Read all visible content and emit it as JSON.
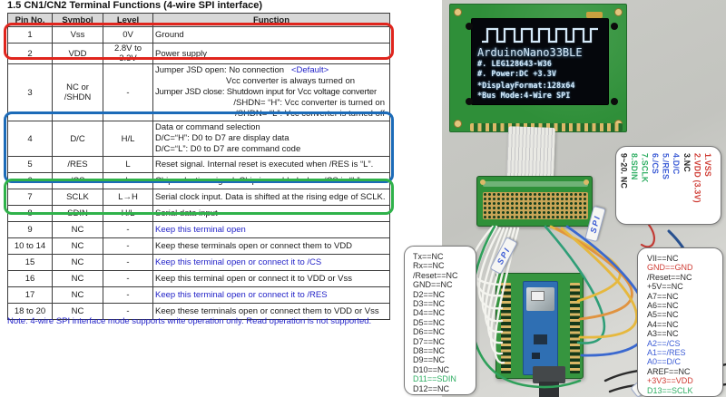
{
  "page_title": "1.5 CN1/CN2 Terminal Functions (4-wire SPI interface)",
  "colors": {
    "highlight_red": "#e0251d",
    "highlight_blue": "#1c6bb8",
    "highlight_green": "#2fb24a",
    "table_blue_text": "#2323c8",
    "annotation_red": "#cf3b33",
    "annotation_blue": "#3b5bd5",
    "annotation_green": "#2fae63"
  },
  "table": {
    "headers": [
      "Pin No.",
      "Symbol",
      "Level",
      "Function"
    ],
    "rows": [
      {
        "pin": "1",
        "symbol": "Vss",
        "level": "0V",
        "fn": "Ground"
      },
      {
        "pin": "2",
        "symbol": "VDD",
        "level": "2.8V to 3.3V",
        "fn": "Power supply"
      },
      {
        "pin": "3",
        "symbol": "NC or /SHDN",
        "level": "-",
        "fn_l1": "Jumper JSD open: No connection",
        "fn_l1b": "<Default>",
        "fn_l2": "Vcc converter is always turned on",
        "fn_l3": "Jumper JSD close: Shutdown input for Vcc voltage converter",
        "fn_l4": "/SHDN= “H”: Vcc converter is turned on",
        "fn_l5": "/SHDN= “L”: Vcc converter is turned off"
      },
      {
        "pin": "4",
        "symbol": "D/C",
        "level": "H/L",
        "fn_l1": "Data or command selection",
        "fn_l2": "D/C=“H”: D0 to D7 are display data",
        "fn_l3": "D/C=“L”: D0 to D7 are command code"
      },
      {
        "pin": "5",
        "symbol": "/RES",
        "level": "L",
        "fn": "Reset signal. Internal reset is executed when /RES is “L”."
      },
      {
        "pin": "6",
        "symbol": "/CS",
        "level": "L",
        "fn": "Chip selection signal. Chip is enabled when /CS is “L”."
      },
      {
        "pin": "7",
        "symbol": "SCLK",
        "level": "L→H",
        "fn": "Serial clock input. Data is shifted at the rising edge of SCLK."
      },
      {
        "pin": "8",
        "symbol": "SDIN",
        "level": "H/L",
        "fn": "Serial data input"
      },
      {
        "pin": "9",
        "symbol": "NC",
        "level": "-",
        "fn": "Keep this terminal open"
      },
      {
        "pin": "10 to 14",
        "symbol": "NC",
        "level": "-",
        "fn": "Keep these terminals open or connect them to VDD"
      },
      {
        "pin": "15",
        "symbol": "NC",
        "level": "-",
        "fn": "Keep this terminal open or connect it to /CS"
      },
      {
        "pin": "16",
        "symbol": "NC",
        "level": "-",
        "fn": "Keep this terminal open or connect it to VDD or Vss"
      },
      {
        "pin": "17",
        "symbol": "NC",
        "level": "-",
        "fn": "Keep this terminal open or connect it to /RES"
      },
      {
        "pin": "18 to 20",
        "symbol": "NC",
        "level": "-",
        "fn": "Keep these terminals open or connect them to VDD or Vss"
      }
    ],
    "note": "Note: 4-wire SPI interface mode supports write operation only. Read operation is not supported."
  },
  "photo": {
    "oled_screen": [
      "ArduinoNano33BLE",
      "#. LEG128643-W36",
      "#. Power:DC +3.3V",
      "*DisplayFormat:128x64",
      "*Bus Mode:4-Wire SPI"
    ],
    "wire_label_1": "SPI",
    "wire_label_2": "SPI",
    "wire_label_3": "SPI",
    "pin_map": [
      "1.VSS",
      "2.VDD (3.3V)",
      "3.NC",
      "4.D/C",
      "5./RES",
      "6./CS",
      "7.SCLK",
      "8.SDIN",
      "9~20. NC"
    ],
    "left_pins": [
      "Tx==NC",
      "Rx==NC",
      "/Reset==NC",
      "GND==NC",
      "D2==NC",
      "D3==NC",
      "D4==NC",
      "D5==NC",
      "D6==NC",
      "D7==NC",
      "D8==NC",
      "D9==NC",
      "D10==NC",
      "D11==SDIN",
      "D12==NC"
    ],
    "right_pins": [
      "VII==NC",
      "GND==GND",
      "/Reset==NC",
      "+5V==NC",
      "A7==NC",
      "A6==NC",
      "A5==NC",
      "A4==NC",
      "A3==NC",
      "A2==/CS",
      "A1==/RES",
      "A0==D/C",
      "AREF==NC",
      "+3V3==VDD",
      "D13==SCLK"
    ]
  }
}
